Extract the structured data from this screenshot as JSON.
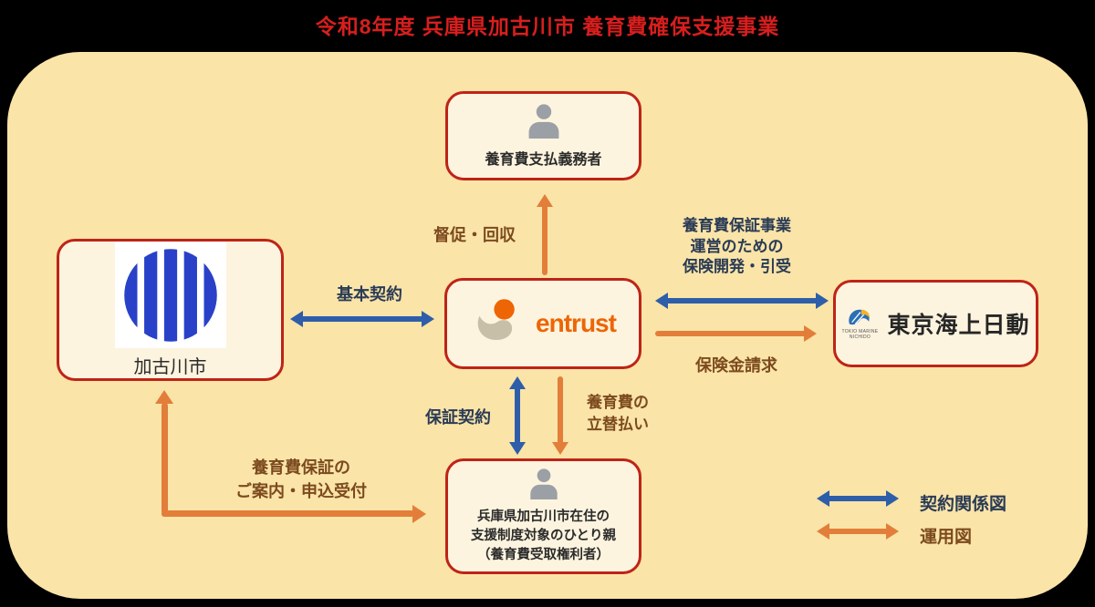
{
  "title": "令和8年度 兵庫県加古川市 養育費確保支援事業",
  "nodes": {
    "obligor": {
      "label": "養育費支払義務者"
    },
    "city": {
      "label": "加古川市"
    },
    "entrust": {
      "brand": "entrust"
    },
    "tokio": {
      "label": "東京海上日動",
      "caption_line1": "TOKIO MARINE",
      "caption_line2": "NICHIDO"
    },
    "parent": {
      "line1": "兵庫県加古川市在住の",
      "line2": "支援制度対象のひとり親",
      "line3": "（養育費受取権利者）"
    }
  },
  "edges": {
    "basic_contract": {
      "label": "基本契約"
    },
    "collection": {
      "label": "督促・回収"
    },
    "insurance_dev": {
      "line1": "養育費保証事業",
      "line2": "運営のための",
      "line3": "保険開発・引受"
    },
    "insurance_claim": {
      "label": "保険金請求"
    },
    "guarantee_contract": {
      "label": "保証契約"
    },
    "advance_payment": {
      "line1": "養育費の",
      "line2": "立替払い"
    },
    "application": {
      "line1": "養育費保証の",
      "line2": "ご案内・申込受付"
    }
  },
  "legend": {
    "contract_label": "契約関係図",
    "operation_label": "運用図"
  },
  "colors": {
    "contract_arrow": "#2e5ea9",
    "operation_arrow": "#e27e3a",
    "box_border": "#bf2318",
    "panel_bg": "#fae4a8",
    "title": "#d81e1e",
    "navy_text": "#2a3b55",
    "brown_text": "#7c4a1e",
    "entrust_orange": "#ed6505",
    "city_blue": "#2941c8"
  }
}
